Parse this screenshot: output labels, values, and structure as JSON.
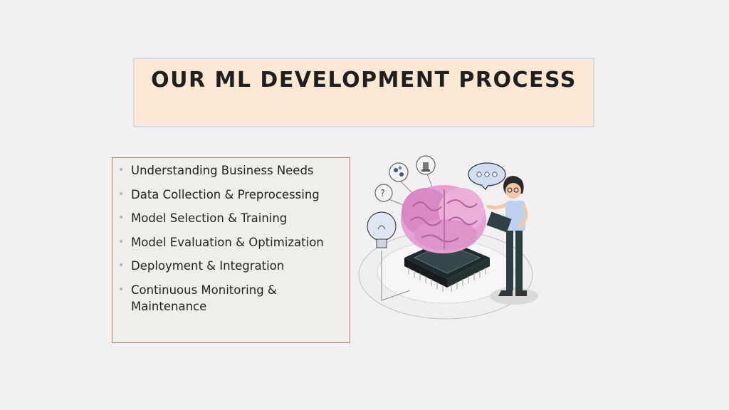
{
  "slide": {
    "title": "OUR ML DEVELOPMENT PROCESS",
    "bullets": [
      "Understanding Business Needs",
      "Data Collection & Preprocessing",
      "Model Selection & Training",
      "Model Evaluation & Optimization",
      "Deployment & Integration",
      "Continuous Monitoring & Maintenance"
    ]
  },
  "icons": {
    "bullet": "bullet-dot",
    "illustration": "brain-chip-person-illustration"
  },
  "colors": {
    "background": "#f1f1f1",
    "title_box": "#fce8d3",
    "title_border": "#d2dde2",
    "list_box": "#eeeeea",
    "list_border": "#b67d65",
    "brain": "#e8a4d4",
    "chip": "#2f3a3c"
  }
}
